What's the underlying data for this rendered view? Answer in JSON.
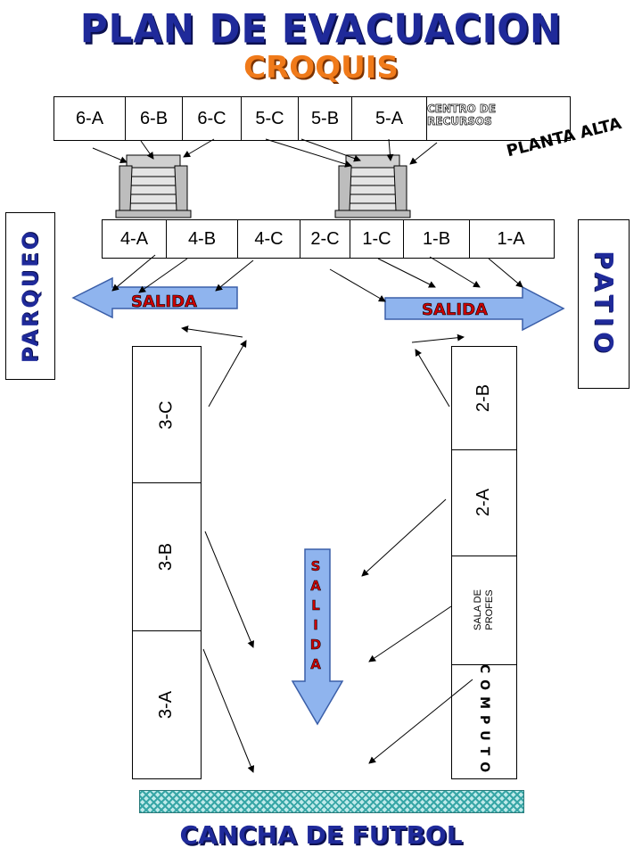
{
  "header": {
    "title": "PLAN DE EVACUACION",
    "subtitle": "CROQUIS"
  },
  "upper_floor": {
    "label": "PLANTA ALTA",
    "rooms": [
      "6-A",
      "6-B",
      "6-C",
      "5-C",
      "5-B",
      "5-A",
      "CENTRO DE RECURSOS"
    ]
  },
  "lower_row": {
    "rooms": [
      "4-A",
      "4-B",
      "4-C",
      "2-C",
      "1-C",
      "1-B",
      "1-A"
    ]
  },
  "left_column": {
    "rooms": [
      "3-C",
      "3-B",
      "3-A"
    ]
  },
  "right_column": {
    "rooms": [
      "2-B",
      "2-A",
      "SALA DE PROFES",
      "COMPUTO"
    ]
  },
  "sides": {
    "left": "PARQUEO",
    "right": "PATIO"
  },
  "exits": {
    "left": "SALIDA",
    "right": "SALIDA",
    "center": "SALIDA"
  },
  "footer": {
    "field": "CANCHA DE FUTBOL"
  },
  "colors": {
    "title": "#1f2a9a",
    "subtitle": "#f07a1a",
    "exit_arrow": "#8fb4ee",
    "exit_text": "#cc0000"
  },
  "icons": [
    "stairs-icon",
    "stairs-icon",
    "arrow-left-icon",
    "arrow-right-icon",
    "arrow-down-icon"
  ]
}
